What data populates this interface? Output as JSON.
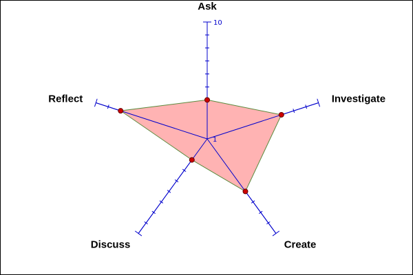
{
  "chart_data": {
    "type": "radar",
    "axes": [
      "Ask",
      "Investigate",
      "Create",
      "Discuss",
      "Reflect"
    ],
    "values": [
      4,
      7,
      6,
      3,
      8
    ],
    "scale": {
      "min": 1,
      "max": 10,
      "min_label": "1",
      "max_label": "10"
    },
    "grid": false,
    "legend": "none",
    "colors": {
      "fill": "#ffb3b3",
      "outline": "#5a8a3c",
      "axis": "#0000cc",
      "marker": "#cc0000",
      "text": "#000000",
      "border": "#000000"
    }
  }
}
